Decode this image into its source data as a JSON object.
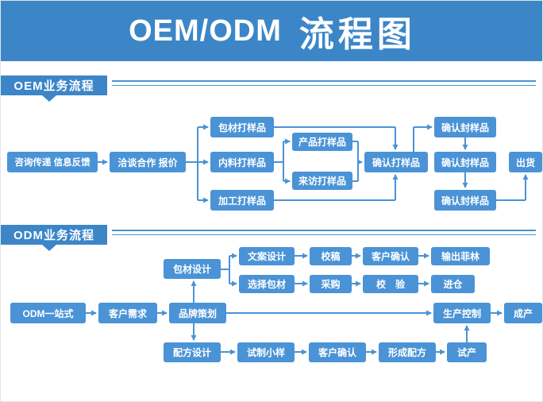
{
  "colors": {
    "banner": "#3c86c8",
    "node": "#4a93d6",
    "line": "#4a93d6",
    "ribbon": "#3c86c8"
  },
  "header": {
    "title_left": "OEM/ODM",
    "title_right": "流程图"
  },
  "sections": [
    {
      "label": "OEM业务流程"
    },
    {
      "label": "ODM业务流程"
    }
  ],
  "oem_nodes": [
    "咨询传递 信息反馈",
    "洽谈合作 报价",
    "包材打样品",
    "内料打样品",
    "加工打样品",
    "产品打样品",
    "来访打样品",
    "确认打样品",
    "确认封样品",
    "确认封样品",
    "确认封样品",
    "出货"
  ],
  "odm_nodes": [
    "ODM一站式",
    "客户需求",
    "品牌策划",
    "包材设计",
    "文案设计",
    "校稿",
    "客户确认",
    "输出菲林",
    "选择包材",
    "采购",
    "校　验",
    "进仓",
    "配方设计",
    "试制小样",
    "客户确认",
    "形成配方",
    "试产",
    "生产控制",
    "成产"
  ]
}
